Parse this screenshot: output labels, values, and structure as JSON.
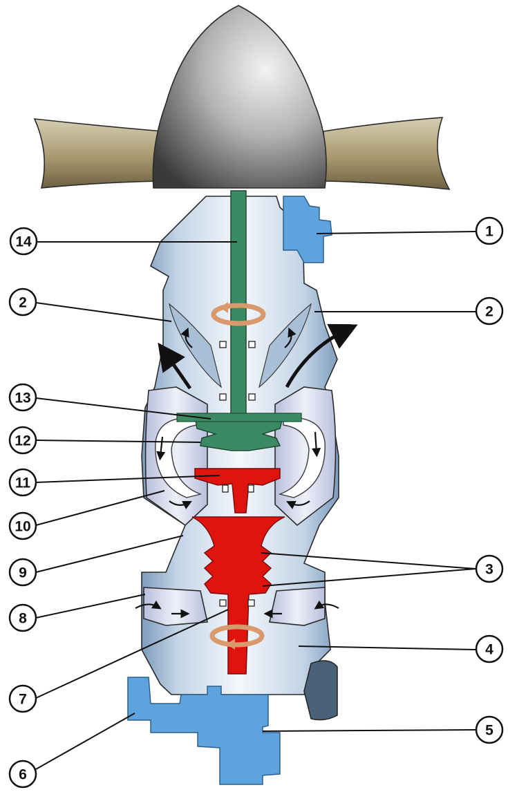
{
  "callouts": [
    {
      "id": "c1",
      "label": "1"
    },
    {
      "id": "c2a",
      "label": "2"
    },
    {
      "id": "c2b",
      "label": "2"
    },
    {
      "id": "c3",
      "label": "3"
    },
    {
      "id": "c4",
      "label": "4"
    },
    {
      "id": "c5",
      "label": "5"
    },
    {
      "id": "c6",
      "label": "6"
    },
    {
      "id": "c7",
      "label": "7"
    },
    {
      "id": "c8",
      "label": "8"
    },
    {
      "id": "c9",
      "label": "9"
    },
    {
      "id": "c10",
      "label": "10"
    },
    {
      "id": "c11",
      "label": "11"
    },
    {
      "id": "c12",
      "label": "12"
    },
    {
      "id": "c13",
      "label": "13"
    },
    {
      "id": "c14",
      "label": "14"
    }
  ],
  "colors": {
    "spinner": "#9a9a9a",
    "propeller_blade": "#8f815c",
    "casing": "#c9d8e8",
    "casing_light": "#eef3f8",
    "compressor_shaft": "#3c8a63",
    "turbine_rotor": "#e0140f",
    "accessory_blue": "#5ea3de",
    "exhaust_dark": "#4a6278",
    "rotation_arrow": "#d89a6c",
    "flow_arrow": "#111111"
  }
}
